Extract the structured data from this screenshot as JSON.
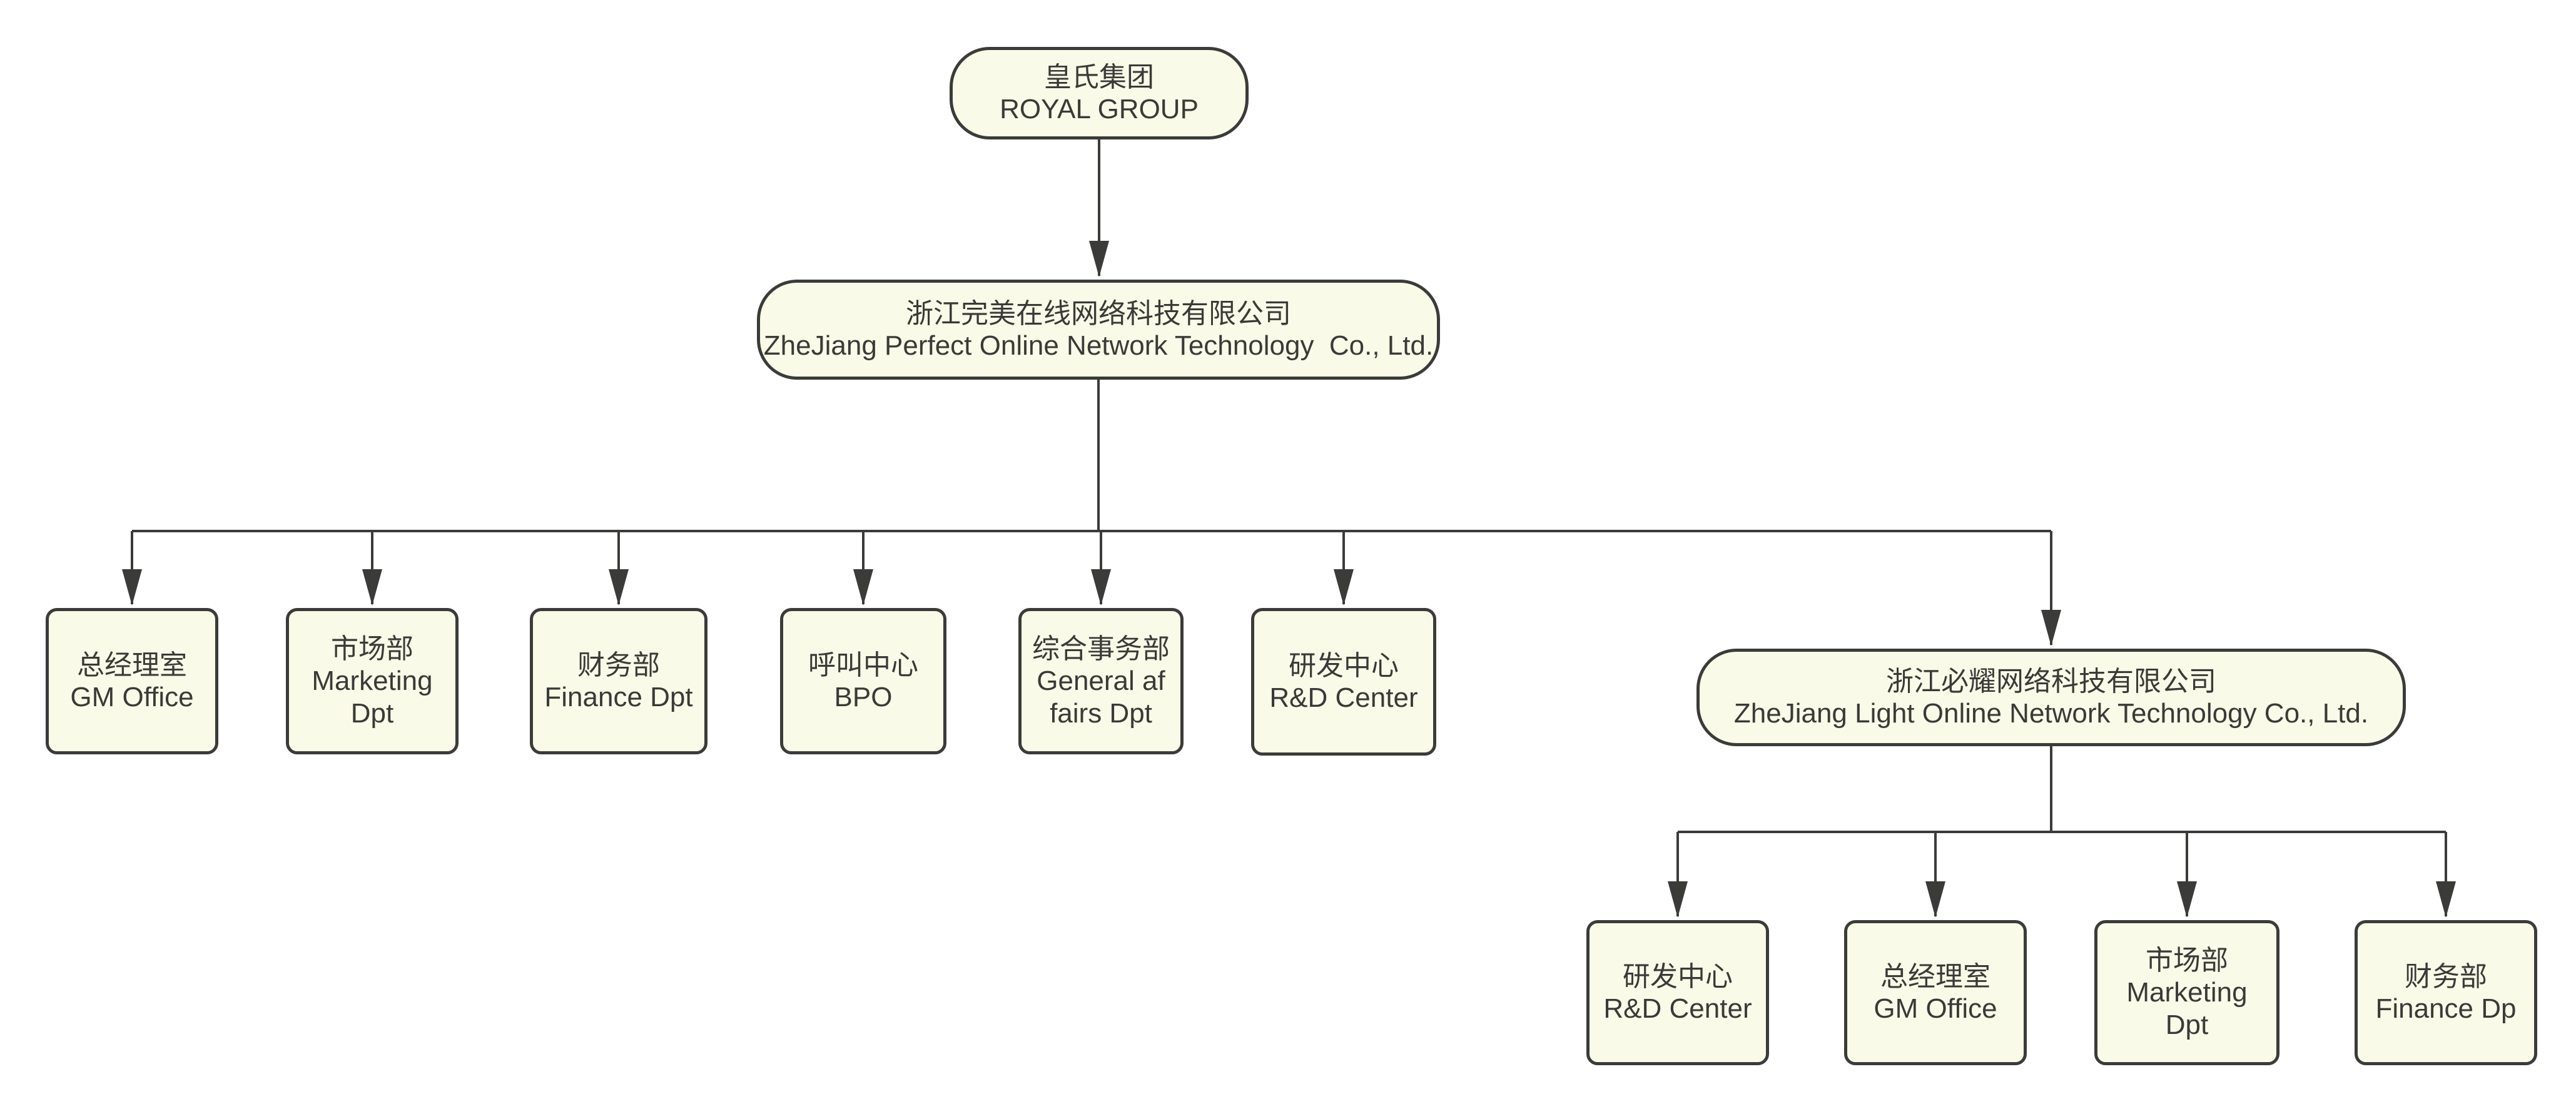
{
  "diagram": {
    "kind": "organization_chart",
    "background": "#ffffff",
    "node_fill": "#fafae8",
    "node_border_color": "#3b3b39",
    "connector_color": "#3b3b39",
    "text_color": "#3a3a38"
  },
  "nodes": {
    "royal_group": {
      "zh": "皇氏集团",
      "en": "ROYAL GROUP"
    },
    "perfect_company": {
      "zh": "浙江完美在线网络科技有限公司",
      "en": "ZheJiang Perfect Online Network Technology  Co., Ltd."
    },
    "gm_office_1": {
      "zh": "总经理室",
      "en": "GM Office"
    },
    "marketing_1": {
      "zh": "市场部",
      "en": "Marketing\nDpt"
    },
    "finance_1": {
      "zh": "财务部",
      "en": "Finance Dpt"
    },
    "call_center": {
      "zh": "呼叫中心",
      "en": "BPO"
    },
    "general_affairs": {
      "zh": "综合事务部",
      "en": "General af\nfairs Dpt"
    },
    "rd_center_1": {
      "zh": "研发中心",
      "en": "R&D Center"
    },
    "light_company": {
      "zh": "浙江必耀网络科技有限公司",
      "en": "ZheJiang Light Online Network Technology Co., Ltd."
    },
    "rd_center_2": {
      "zh": "研发中心",
      "en": "R&D Center"
    },
    "gm_office_2": {
      "zh": "总经理室",
      "en": "GM Office"
    },
    "marketing_2": {
      "zh": "市场部",
      "en": "Marketing\nDpt"
    },
    "finance_2": {
      "zh": "财务部",
      "en": "Finance Dp"
    }
  },
  "hierarchy": {
    "royal_group": [
      "perfect_company"
    ],
    "perfect_company": [
      "gm_office_1",
      "marketing_1",
      "finance_1",
      "call_center",
      "general_affairs",
      "rd_center_1",
      "light_company"
    ],
    "light_company": [
      "rd_center_2",
      "gm_office_2",
      "marketing_2",
      "finance_2"
    ]
  }
}
